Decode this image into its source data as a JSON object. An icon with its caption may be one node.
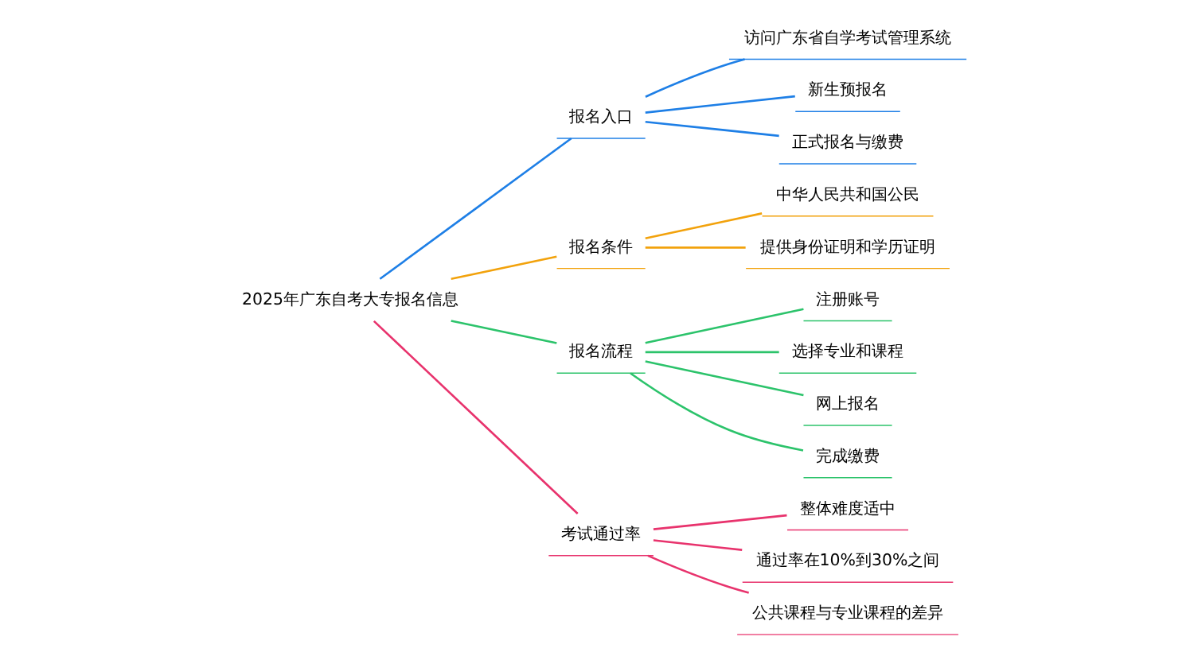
{
  "diagram": {
    "nodes": [
      {
        "text": [
          "2025年广东自考大专报名信息"
        ]
      },
      {
        "text": [
          "报名入口"
        ]
      },
      {
        "text": [
          "访问广东省自学考试管理系统"
        ]
      },
      {
        "text": [
          "新生预报名"
        ]
      },
      {
        "text": [
          "正式报名与缴费"
        ]
      },
      {
        "text": [
          "报名条件"
        ]
      },
      {
        "text": [
          "中华人民共和国公民"
        ]
      },
      {
        "text": [
          "提供身份证明和学历证明"
        ]
      },
      {
        "text": [
          "报名流程"
        ]
      },
      {
        "text": [
          "注册账号"
        ]
      },
      {
        "text": [
          "选择专业和课程"
        ]
      },
      {
        "text": [
          "网上报名"
        ]
      },
      {
        "text": [
          "完成缴费"
        ]
      },
      {
        "text": [
          "考试通过率"
        ]
      },
      {
        "text": [
          "整体难度适中"
        ]
      },
      {
        "text": [
          "通过率在10%到30%之间"
        ]
      },
      {
        "text": [
          "公共课程与专业课程的差异"
        ]
      }
    ],
    "edges": [
      {
        "from": 0,
        "to": 1,
        "arrow": "none",
        "color": "#1e7fe6"
      },
      {
        "from": 1,
        "to": 2,
        "arrow": "none",
        "color": "#1e7fe6"
      },
      {
        "from": 1,
        "to": 3,
        "arrow": "none",
        "color": "#1e7fe6"
      },
      {
        "from": 1,
        "to": 4,
        "arrow": "none",
        "color": "#1e7fe6"
      },
      {
        "from": 0,
        "to": 5,
        "arrow": "none",
        "color": "#f2a20c"
      },
      {
        "from": 5,
        "to": 6,
        "arrow": "none",
        "color": "#f2a20c"
      },
      {
        "from": 5,
        "to": 7,
        "arrow": "none",
        "color": "#f2a20c"
      },
      {
        "from": 0,
        "to": 8,
        "arrow": "none",
        "color": "#2cc36b"
      },
      {
        "from": 8,
        "to": 9,
        "arrow": "none",
        "color": "#2cc36b"
      },
      {
        "from": 8,
        "to": 10,
        "arrow": "none",
        "color": "#2cc36b"
      },
      {
        "from": 8,
        "to": 11,
        "arrow": "none",
        "color": "#2cc36b"
      },
      {
        "from": 8,
        "to": 12,
        "arrow": "none",
        "color": "#2cc36b"
      },
      {
        "from": 0,
        "to": 13,
        "arrow": "none",
        "color": "#e8336d"
      },
      {
        "from": 13,
        "to": 14,
        "arrow": "none",
        "color": "#e8336d"
      },
      {
        "from": 13,
        "to": 15,
        "arrow": "none",
        "color": "#e8336d"
      },
      {
        "from": 13,
        "to": 16,
        "arrow": "none",
        "color": "#e8336d"
      }
    ]
  }
}
